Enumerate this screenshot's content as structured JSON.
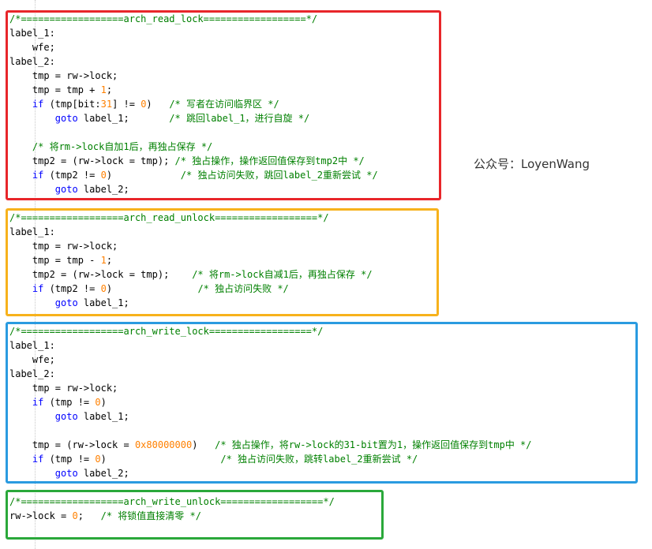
{
  "watermark": "公众号：LoyenWang",
  "box_colors": {
    "arch_read_lock": "#e8262a",
    "arch_read_unlock": "#f7b21c",
    "arch_write_lock": "#2a9be0",
    "arch_write_unlock": "#2aa83a"
  },
  "syntax_colors": {
    "comment": "#008000",
    "keyword": "#0000ff",
    "number": "#ff8000",
    "text": "#000000"
  },
  "blocks": [
    {
      "name": "arch_read_lock",
      "lines": [
        [
          {
            "t": "/*==================arch_read_lock==================*/",
            "c": "cm"
          }
        ],
        [
          {
            "t": "label_1:"
          }
        ],
        [
          {
            "t": "    wfe;"
          }
        ],
        [
          {
            "t": "label_2:"
          }
        ],
        [
          {
            "t": "    tmp = rw->lock;"
          }
        ],
        [
          {
            "t": "    tmp = tmp + "
          },
          {
            "t": "1",
            "c": "num"
          },
          {
            "t": ";"
          }
        ],
        [
          {
            "t": "    "
          },
          {
            "t": "if",
            "c": "kw"
          },
          {
            "t": " (tmp[bit:"
          },
          {
            "t": "31",
            "c": "num"
          },
          {
            "t": "] != "
          },
          {
            "t": "0",
            "c": "num"
          },
          {
            "t": ")   "
          },
          {
            "t": "/* 写者在访问临界区 */",
            "c": "cm"
          }
        ],
        [
          {
            "t": "        "
          },
          {
            "t": "goto",
            "c": "kw"
          },
          {
            "t": " label_1;       "
          },
          {
            "t": "/* 跳回label_1，进行自旋 */",
            "c": "cm"
          }
        ],
        [
          {
            "t": ""
          }
        ],
        [
          {
            "t": "    "
          },
          {
            "t": "/* 将rm->lock自加1后，再独占保存 */",
            "c": "cm"
          }
        ],
        [
          {
            "t": "    tmp2 = (rw->lock = tmp); "
          },
          {
            "t": "/* 独占操作，操作返回值保存到tmp2中 */",
            "c": "cm"
          }
        ],
        [
          {
            "t": "    "
          },
          {
            "t": "if",
            "c": "kw"
          },
          {
            "t": " (tmp2 != "
          },
          {
            "t": "0",
            "c": "num"
          },
          {
            "t": ")            "
          },
          {
            "t": "/* 独占访问失败，跳回label_2重新尝试 */",
            "c": "cm"
          }
        ],
        [
          {
            "t": "        "
          },
          {
            "t": "goto",
            "c": "kw"
          },
          {
            "t": " label_2;"
          }
        ]
      ]
    },
    {
      "name": "arch_read_unlock",
      "lines": [
        [
          {
            "t": "/*==================arch_read_unlock==================*/",
            "c": "cm"
          }
        ],
        [
          {
            "t": "label_1:"
          }
        ],
        [
          {
            "t": "    tmp = rw->lock;"
          }
        ],
        [
          {
            "t": "    tmp = tmp - "
          },
          {
            "t": "1",
            "c": "num"
          },
          {
            "t": ";"
          }
        ],
        [
          {
            "t": "    tmp2 = (rw->lock = tmp);    "
          },
          {
            "t": "/* 将rm->lock自减1后，再独占保存 */",
            "c": "cm"
          }
        ],
        [
          {
            "t": "    "
          },
          {
            "t": "if",
            "c": "kw"
          },
          {
            "t": " (tmp2 != "
          },
          {
            "t": "0",
            "c": "num"
          },
          {
            "t": ")               "
          },
          {
            "t": "/* 独占访问失败 */",
            "c": "cm"
          }
        ],
        [
          {
            "t": "        "
          },
          {
            "t": "goto",
            "c": "kw"
          },
          {
            "t": " label_1;"
          }
        ]
      ]
    },
    {
      "name": "arch_write_lock",
      "lines": [
        [
          {
            "t": "/*==================arch_write_lock==================*/",
            "c": "cm"
          }
        ],
        [
          {
            "t": "label_1:"
          }
        ],
        [
          {
            "t": "    wfe;"
          }
        ],
        [
          {
            "t": "label_2:"
          }
        ],
        [
          {
            "t": "    tmp = rw->lock;"
          }
        ],
        [
          {
            "t": "    "
          },
          {
            "t": "if",
            "c": "kw"
          },
          {
            "t": " (tmp != "
          },
          {
            "t": "0",
            "c": "num"
          },
          {
            "t": ")"
          }
        ],
        [
          {
            "t": "        "
          },
          {
            "t": "goto",
            "c": "kw"
          },
          {
            "t": " label_1;"
          }
        ],
        [
          {
            "t": ""
          }
        ],
        [
          {
            "t": "    tmp = (rw->lock = "
          },
          {
            "t": "0x80000000",
            "c": "num"
          },
          {
            "t": ")   "
          },
          {
            "t": "/* 独占操作，将rw->lock的31-bit置为1，操作返回值保存到tmp中 */",
            "c": "cm"
          }
        ],
        [
          {
            "t": "    "
          },
          {
            "t": "if",
            "c": "kw"
          },
          {
            "t": " (tmp != "
          },
          {
            "t": "0",
            "c": "num"
          },
          {
            "t": ")                    "
          },
          {
            "t": "/* 独占访问失败，跳转label_2重新尝试 */",
            "c": "cm"
          }
        ],
        [
          {
            "t": "        "
          },
          {
            "t": "goto",
            "c": "kw"
          },
          {
            "t": " label_2;"
          }
        ]
      ]
    },
    {
      "name": "arch_write_unlock",
      "lines": [
        [
          {
            "t": "/*==================arch_write_unlock==================*/",
            "c": "cm"
          }
        ],
        [
          {
            "t": "rw->lock = "
          },
          {
            "t": "0",
            "c": "num"
          },
          {
            "t": ";   "
          },
          {
            "t": "/* 将锁值直接清零 */",
            "c": "cm"
          }
        ]
      ]
    }
  ]
}
